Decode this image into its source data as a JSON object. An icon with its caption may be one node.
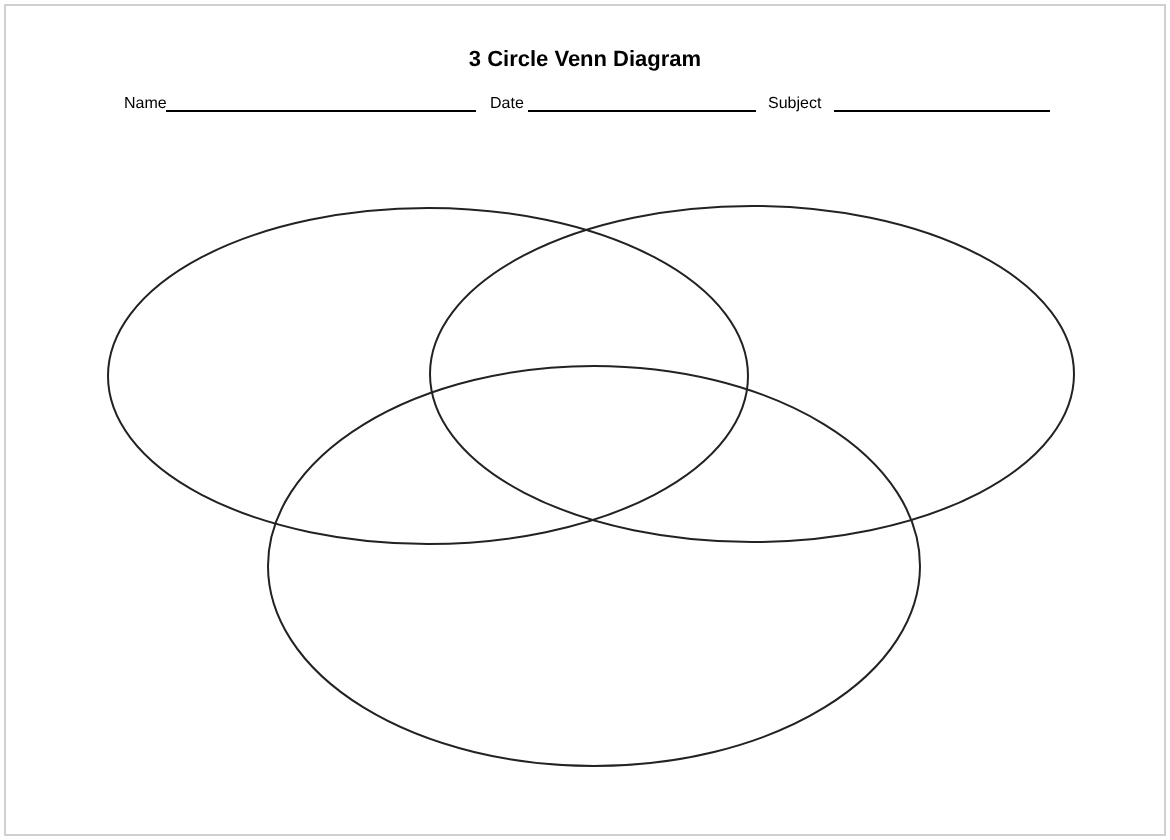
{
  "diagram": {
    "title": "3 Circle Venn Diagram",
    "nodes": [
      {
        "text": [],
        "shape": "ellipse"
      },
      {
        "text": [],
        "shape": "ellipse"
      },
      {
        "text": [],
        "shape": "ellipse"
      }
    ],
    "labels": [
      "Name",
      "Date",
      "Subject"
    ]
  }
}
